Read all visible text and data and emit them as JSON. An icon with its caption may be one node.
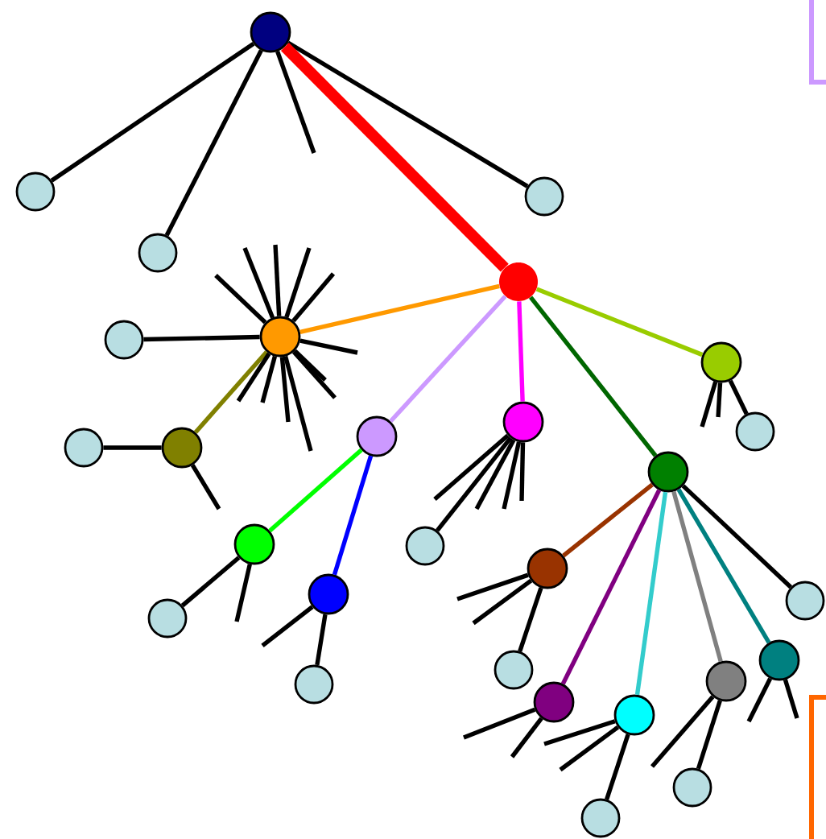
{
  "diagram": {
    "nodes": [
      {
        "text": [],
        "shape": "circle"
      },
      {
        "text": [],
        "shape": "circle"
      },
      {
        "text": [],
        "shape": "circle"
      },
      {
        "text": [],
        "shape": "circle"
      },
      {
        "text": [],
        "shape": "circle"
      },
      {
        "text": [],
        "shape": "circle"
      },
      {
        "text": [],
        "shape": "circle"
      },
      {
        "text": [],
        "shape": "circle"
      },
      {
        "text": [],
        "shape": "circle"
      },
      {
        "text": [],
        "shape": "circle"
      },
      {
        "text": [],
        "shape": "circle"
      },
      {
        "text": [],
        "shape": "circle"
      },
      {
        "text": [],
        "shape": "circle"
      },
      {
        "text": [],
        "shape": "circle"
      },
      {
        "text": [],
        "shape": "circle"
      },
      {
        "text": [],
        "shape": "circle"
      },
      {
        "text": [],
        "shape": "circle"
      },
      {
        "text": [],
        "shape": "circle"
      },
      {
        "text": [],
        "shape": "circle"
      },
      {
        "text": [],
        "shape": "circle"
      },
      {
        "text": [],
        "shape": "circle"
      },
      {
        "text": [],
        "shape": "circle"
      },
      {
        "text": [],
        "shape": "circle"
      },
      {
        "text": [],
        "shape": "circle"
      },
      {
        "text": [],
        "shape": "circle"
      },
      {
        "text": [],
        "shape": "circle"
      },
      {
        "text": [],
        "shape": "circle"
      },
      {
        "text": [],
        "shape": "circle"
      }
    ],
    "edges": [
      {
        "from": 0,
        "to": 1,
        "arrow": "none"
      },
      {
        "from": 0,
        "to": 2,
        "arrow": "none"
      },
      {
        "from": 0,
        "to": null,
        "arrow": "none"
      },
      {
        "from": 0,
        "to": 3,
        "arrow": "none"
      },
      {
        "from": 0,
        "to": 4,
        "arrow": "none",
        "style": "thick",
        "color": "#ff0000"
      },
      {
        "from": 4,
        "to": 6,
        "arrow": "none",
        "color": "#ff9900"
      },
      {
        "from": 4,
        "to": 7,
        "arrow": "none",
        "color": "#99cc00"
      },
      {
        "from": 4,
        "to": 11,
        "arrow": "none",
        "color": "#cc99ff"
      },
      {
        "from": 4,
        "to": 12,
        "arrow": "none",
        "color": "#ff00ff"
      },
      {
        "from": 4,
        "to": 13,
        "arrow": "none",
        "color": "#006600"
      },
      {
        "from": 6,
        "to": 5,
        "arrow": "none"
      },
      {
        "from": 6,
        "to": 10,
        "arrow": "none",
        "color": "#808000"
      },
      {
        "from": 6,
        "to": null,
        "arrow": "none"
      },
      {
        "from": 6,
        "to": null,
        "arrow": "none"
      },
      {
        "from": 6,
        "to": null,
        "arrow": "none"
      },
      {
        "from": 6,
        "to": null,
        "arrow": "none"
      },
      {
        "from": 6,
        "to": null,
        "arrow": "none"
      },
      {
        "from": 6,
        "to": null,
        "arrow": "none"
      },
      {
        "from": 6,
        "to": null,
        "arrow": "none"
      },
      {
        "from": 6,
        "to": null,
        "arrow": "none"
      },
      {
        "from": 6,
        "to": null,
        "arrow": "none"
      },
      {
        "from": 6,
        "to": null,
        "arrow": "none"
      },
      {
        "from": 6,
        "to": null,
        "arrow": "none"
      },
      {
        "from": 6,
        "to": null,
        "arrow": "none"
      },
      {
        "from": 10,
        "to": 9,
        "arrow": "none"
      },
      {
        "from": 10,
        "to": null,
        "arrow": "none"
      },
      {
        "from": 7,
        "to": 8,
        "arrow": "none"
      },
      {
        "from": 7,
        "to": null,
        "arrow": "none"
      },
      {
        "from": 7,
        "to": null,
        "arrow": "none"
      },
      {
        "from": 11,
        "to": 15,
        "arrow": "none",
        "color": "#00ff00"
      },
      {
        "from": 11,
        "to": 16,
        "arrow": "none",
        "color": "#0000ff"
      },
      {
        "from": 12,
        "to": 14,
        "arrow": "none"
      },
      {
        "from": 12,
        "to": null,
        "arrow": "none"
      },
      {
        "from": 12,
        "to": null,
        "arrow": "none"
      },
      {
        "from": 12,
        "to": null,
        "arrow": "none"
      },
      {
        "from": 12,
        "to": null,
        "arrow": "none"
      },
      {
        "from": 13,
        "to": 17,
        "arrow": "none",
        "color": "#993300"
      },
      {
        "from": 13,
        "to": 24,
        "arrow": "none",
        "color": "#800080"
      },
      {
        "from": 13,
        "to": 25,
        "arrow": "none",
        "color": "#33cccc"
      },
      {
        "from": 13,
        "to": 23,
        "arrow": "none",
        "color": "#808080"
      },
      {
        "from": 13,
        "to": 22,
        "arrow": "none",
        "color": "#008080"
      },
      {
        "from": 13,
        "to": 19,
        "arrow": "none"
      },
      {
        "from": 15,
        "to": 18,
        "arrow": "none"
      },
      {
        "from": 15,
        "to": null,
        "arrow": "none"
      },
      {
        "from": 16,
        "to": 21,
        "arrow": "none"
      },
      {
        "from": 16,
        "to": null,
        "arrow": "none"
      },
      {
        "from": 17,
        "to": 20,
        "arrow": "none"
      },
      {
        "from": 17,
        "to": null,
        "arrow": "none"
      },
      {
        "from": 17,
        "to": null,
        "arrow": "none"
      },
      {
        "from": 24,
        "to": null,
        "arrow": "none"
      },
      {
        "from": 24,
        "to": null,
        "arrow": "none"
      },
      {
        "from": 25,
        "to": 27,
        "arrow": "none"
      },
      {
        "from": 25,
        "to": null,
        "arrow": "none"
      },
      {
        "from": 25,
        "to": null,
        "arrow": "none"
      },
      {
        "from": 23,
        "to": 26,
        "arrow": "none"
      },
      {
        "from": 23,
        "to": null,
        "arrow": "none"
      },
      {
        "from": 22,
        "to": null,
        "arrow": "none"
      },
      {
        "from": 22,
        "to": null,
        "arrow": "none"
      }
    ]
  }
}
